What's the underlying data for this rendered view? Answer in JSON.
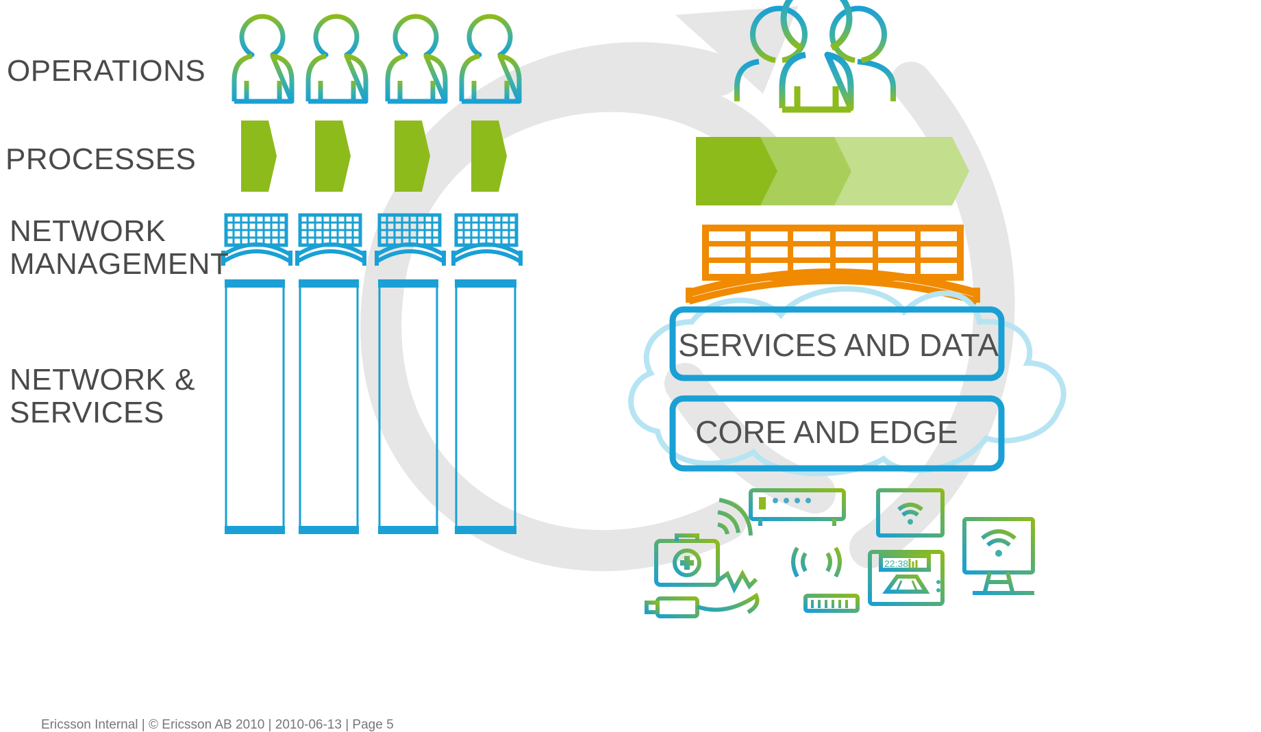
{
  "labels": {
    "operations": "OPERATIONS",
    "processes": "PROCESSES",
    "network_management": [
      "NETWORK",
      "MANAGEMENT"
    ],
    "network_services": [
      "NETWORK &",
      "SERVICES"
    ]
  },
  "layers": {
    "services_and_data": "SERVICES AND DATA",
    "core_and_edge": "CORE AND EDGE"
  },
  "device_screen_text": "22:38",
  "footer": "Ericsson Internal  |  © Ericsson AB 2010  |  2010-06-13  |  Page 5",
  "colors": {
    "green": "#8dbb1c",
    "green_light": "#c3de8c",
    "blue": "#1aa0d4",
    "cyan_light": "#b7e4f3",
    "orange": "#f08a00",
    "text": "#4a4a4a",
    "swirl": "#e6e6e6"
  }
}
